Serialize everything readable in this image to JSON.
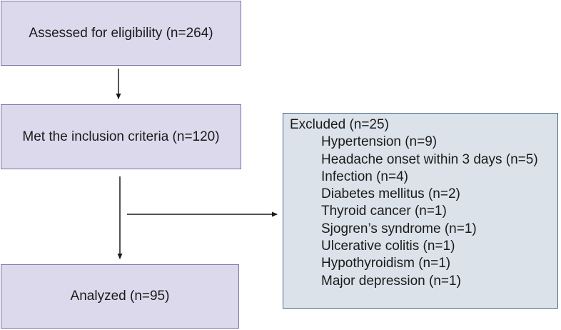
{
  "flow": {
    "assessed": "Assessed for eligibility (n=264)",
    "inclusion": "Met the inclusion criteria (n=120)",
    "analyzed": "Analyzed (n=95)"
  },
  "excluded": {
    "title": "Excluded (n=25)",
    "reasons": [
      "Hypertension (n=9)",
      "Headache onset within 3 days (n=5)",
      "Infection (n=4)",
      "Diabetes mellitus (n=2)",
      "Thyroid cancer (n=1)",
      "Sjogren’s syndrome (n=1)",
      "Ulcerative colitis (n=1)",
      "Hypothyroidism (n=1)",
      "Major depression (n=1)"
    ]
  },
  "colors": {
    "flow_box_fill": "#dcd9ec",
    "flow_box_border": "#8074a6",
    "excluded_box_fill": "#dbe2e9",
    "excluded_box_border": "#4a6c8f",
    "arrow": "#1a1a1a"
  }
}
